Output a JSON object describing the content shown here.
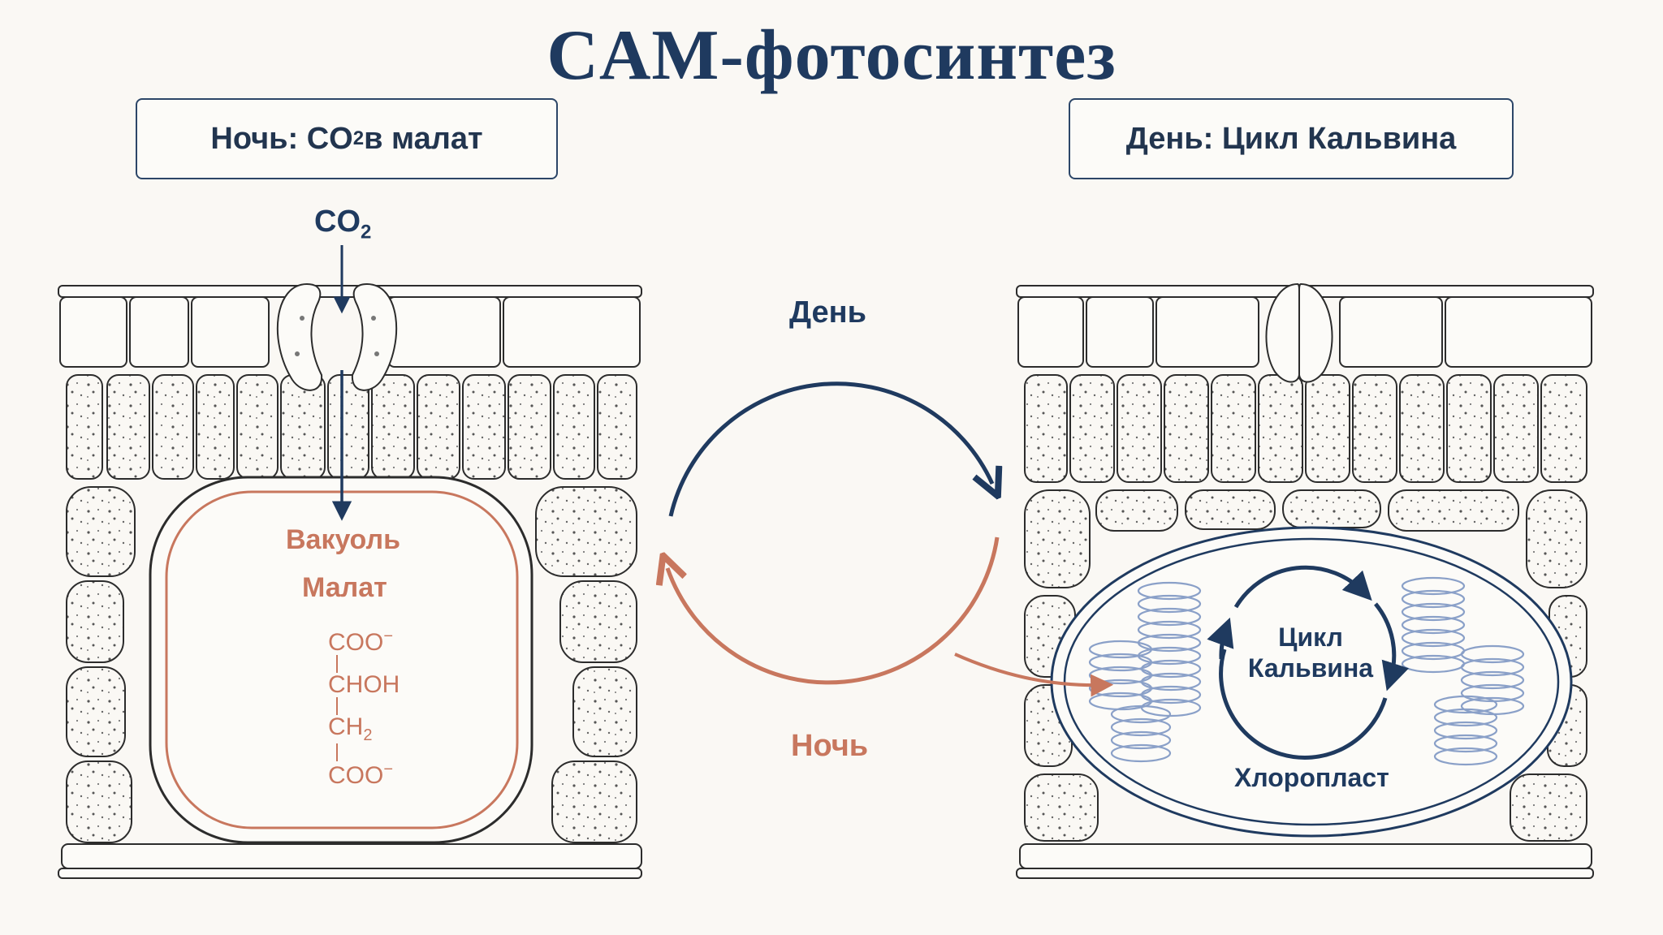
{
  "title": "CAM-фотосинтез",
  "panels": {
    "night": {
      "label_prefix": "Ночь: CO",
      "label_sub": "2",
      "label_suffix": " в малат"
    },
    "day": {
      "label": "День: Цикл Кальвина"
    }
  },
  "co2": {
    "text": "CO",
    "sub": "2"
  },
  "vacuole": {
    "title": "Вакуоль",
    "subtitle": "Малат"
  },
  "malate_formula": {
    "line1": "COO",
    "line1_sup": "−",
    "line2": "CHOH",
    "line3": "CH",
    "line3_sub": "2",
    "line4": "COO",
    "line4_sup": "−"
  },
  "cycle": {
    "day_label": "День",
    "night_label": "Ночь"
  },
  "calvin": {
    "line1": "Цикл",
    "line2": "Кальвина"
  },
  "chloroplast": {
    "label": "Хлоропласт"
  },
  "colors": {
    "navy": "#1f3a5f",
    "rust": "#c8775e",
    "outline": "#2c2c2c",
    "thylakoid": "#8aa0c8"
  }
}
